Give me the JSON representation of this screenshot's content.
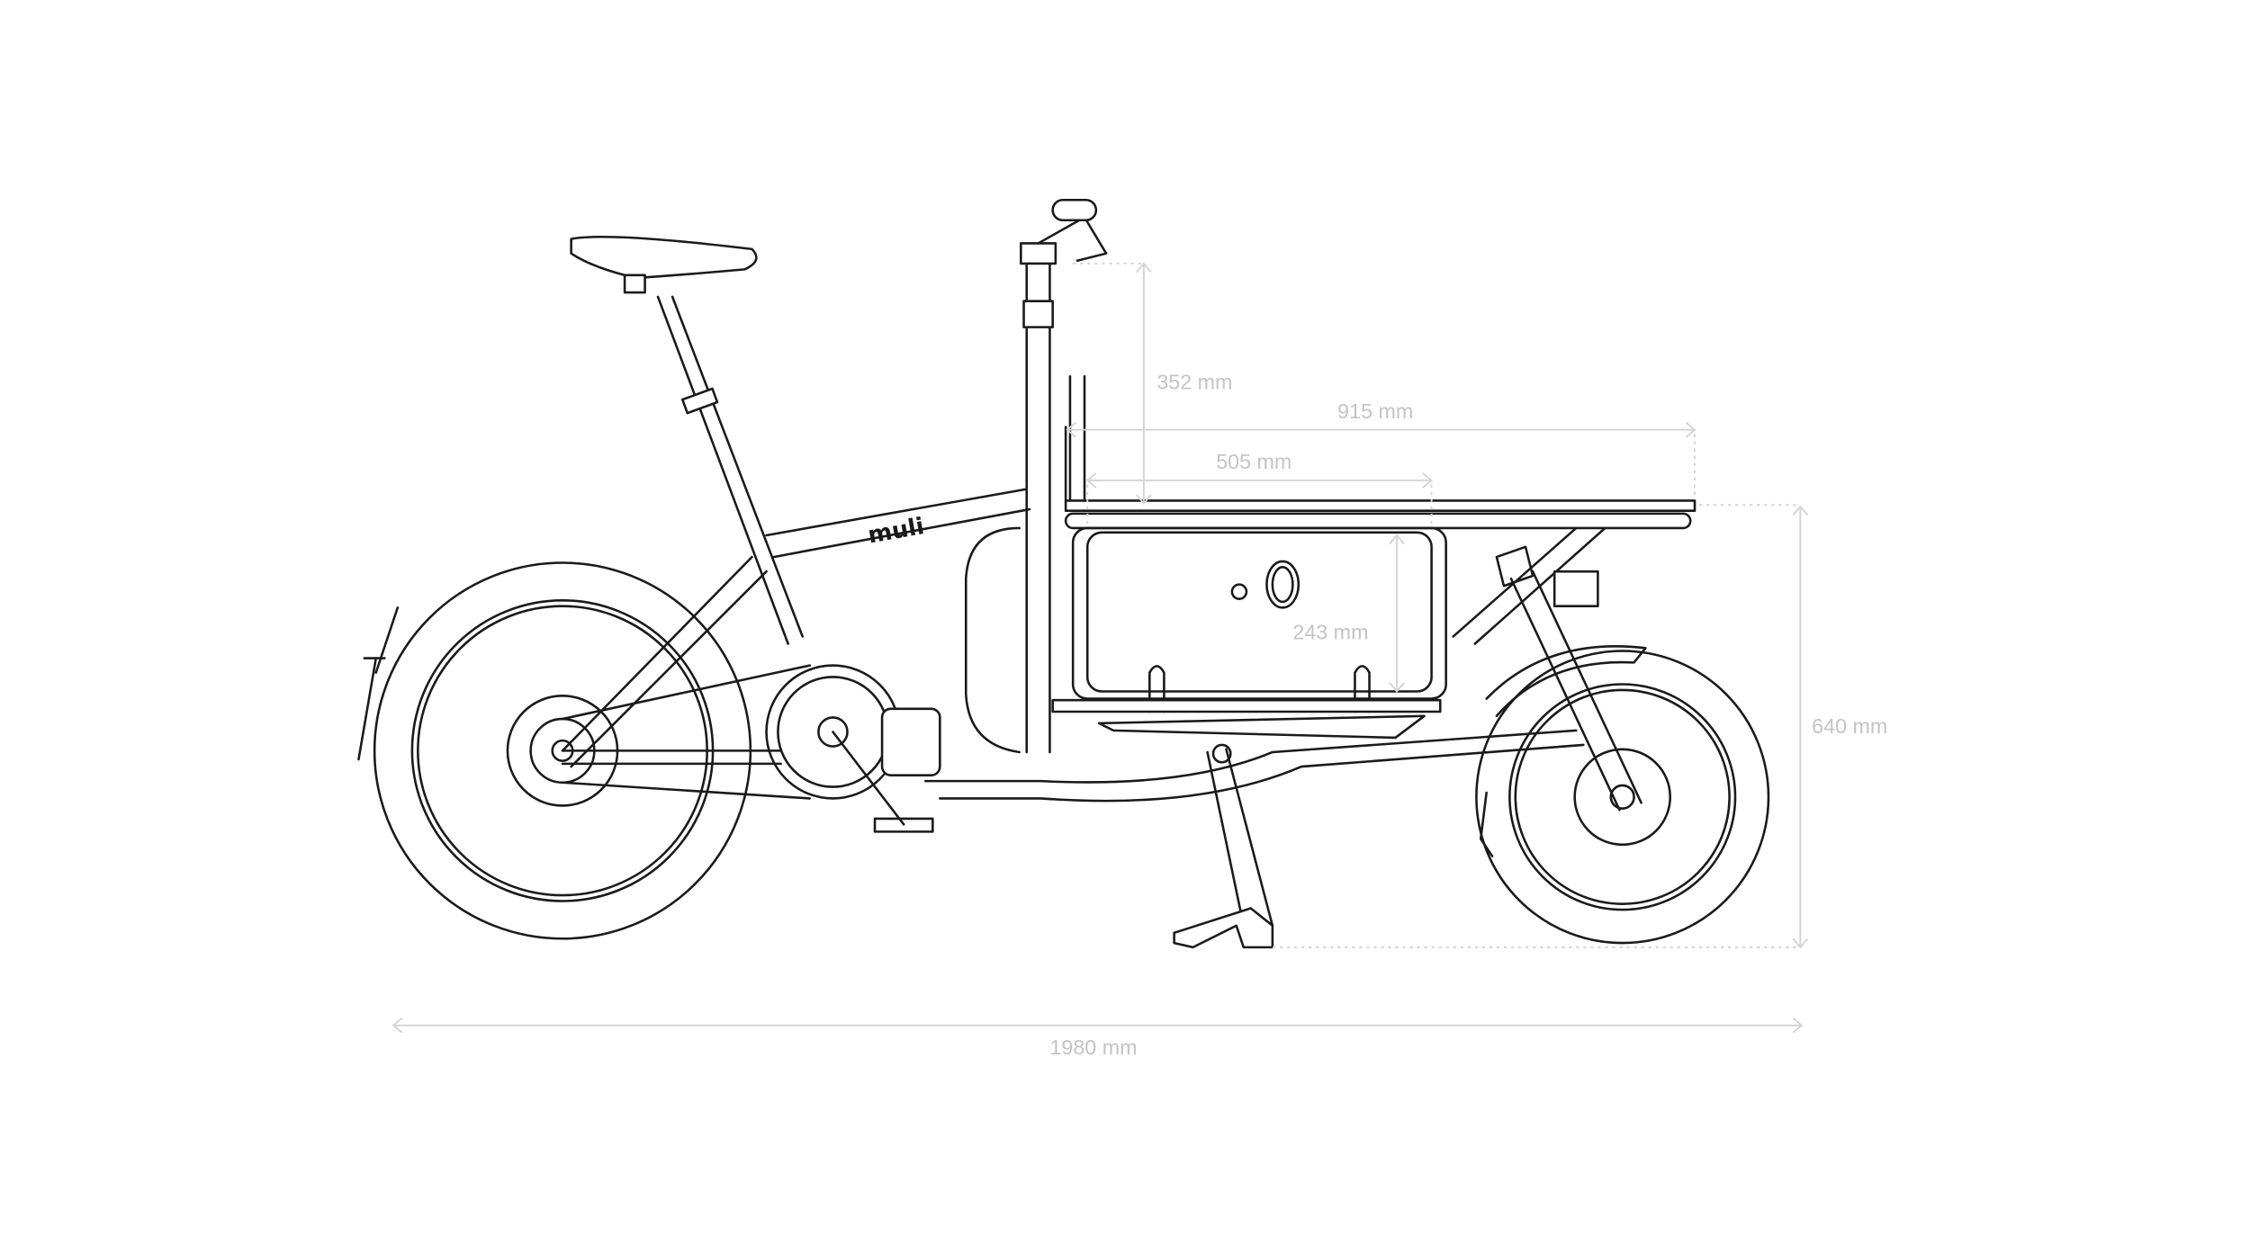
{
  "brand": {
    "logo_text": "muli"
  },
  "dimensions": {
    "handlebar_height": "352 mm",
    "deck_length": "915 mm",
    "box_length": "505 mm",
    "box_height": "243 mm",
    "deck_height": "640 mm",
    "total_length": "1980 mm"
  },
  "colors": {
    "line": "#1a1a1a",
    "dimension": "#d4d4d4",
    "label": "#c4c4c4"
  }
}
